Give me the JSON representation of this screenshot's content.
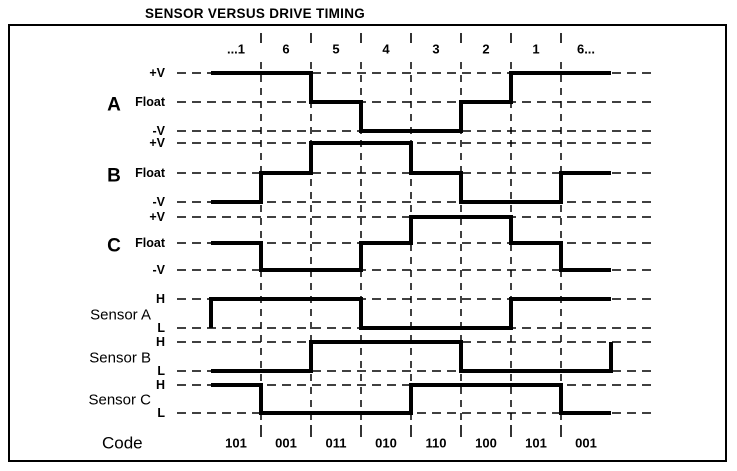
{
  "title": "SENSOR VERSUS DRIVE TIMING",
  "header": {
    "columns": [
      "...1",
      "6",
      "5",
      "4",
      "3",
      "2",
      "1",
      "6..."
    ]
  },
  "code_row": {
    "label": "Code",
    "values": [
      "101",
      "001",
      "011",
      "010",
      "110",
      "100",
      "101",
      "001"
    ]
  },
  "chart_data": {
    "type": "timing-diagram",
    "title": "SENSOR VERSUS DRIVE TIMING",
    "x_categories": [
      "...1",
      "6",
      "5",
      "4",
      "3",
      "2",
      "1",
      "6..."
    ],
    "signals": [
      {
        "name": "A",
        "kind": "drive-phase",
        "level_scale": [
          "+V",
          "Float",
          "-V"
        ],
        "levels": [
          "+V",
          "+V",
          "Float",
          "-V",
          "-V",
          "Float",
          "+V",
          "+V"
        ]
      },
      {
        "name": "B",
        "kind": "drive-phase",
        "level_scale": [
          "+V",
          "Float",
          "-V"
        ],
        "levels": [
          "-V",
          "Float",
          "+V",
          "+V",
          "Float",
          "-V",
          "-V",
          "Float"
        ]
      },
      {
        "name": "C",
        "kind": "drive-phase",
        "level_scale": [
          "+V",
          "Float",
          "-V"
        ],
        "levels": [
          "Float",
          "-V",
          "-V",
          "Float",
          "+V",
          "+V",
          "Float",
          "-V"
        ]
      },
      {
        "name": "Sensor A",
        "kind": "sensor",
        "level_scale": [
          "H",
          "L"
        ],
        "levels": [
          "H",
          "H",
          "H",
          "L",
          "L",
          "L",
          "H",
          "H"
        ],
        "lead_in": "L"
      },
      {
        "name": "Sensor B",
        "kind": "sensor",
        "level_scale": [
          "H",
          "L"
        ],
        "levels": [
          "L",
          "L",
          "H",
          "H",
          "H",
          "L",
          "L",
          "L"
        ],
        "lead_out": "H"
      },
      {
        "name": "Sensor C",
        "kind": "sensor",
        "level_scale": [
          "H",
          "L"
        ],
        "levels": [
          "H",
          "L",
          "L",
          "L",
          "H",
          "H",
          "H",
          "L"
        ]
      }
    ],
    "codes": [
      "101",
      "001",
      "011",
      "010",
      "110",
      "100",
      "101",
      "001"
    ],
    "grid": "dashed",
    "legend": "none"
  },
  "colors": {
    "ink": "#000000",
    "background": "#ffffff"
  }
}
